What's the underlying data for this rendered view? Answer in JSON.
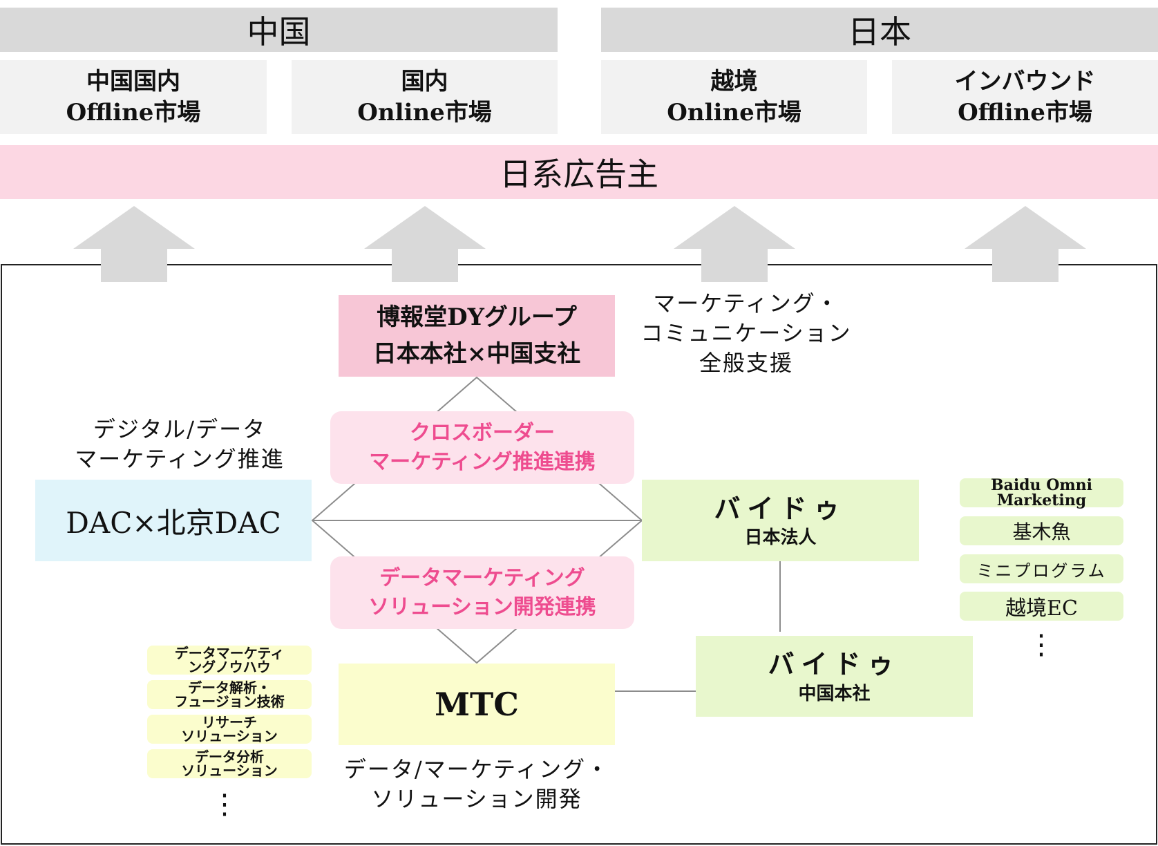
{
  "regions": {
    "china": "中国",
    "japan": "日本"
  },
  "markets": [
    {
      "line1": "中国国内",
      "line2": "Offline市場"
    },
    {
      "line1": "国内",
      "line2": "Online市場"
    },
    {
      "line1": "越境",
      "line2": "Online市場"
    },
    {
      "line1": "インバウンド",
      "line2": "Offline市場"
    }
  ],
  "advertiser": "日系広告主",
  "hakuhodo": {
    "line1": "博報堂DYグループ",
    "line2": "日本本社×中国支社",
    "caption_line1": "マーケティング・",
    "caption_line2": "コミュニケーション",
    "caption_line3": "全般支援"
  },
  "dac": {
    "label": "DAC×北京DAC",
    "caption_line1": "デジタル/データ",
    "caption_line2": "マーケティング推進"
  },
  "collaborations": [
    {
      "line1": "クロスボーダー",
      "line2": "マーケティング推進連携"
    },
    {
      "line1": "データマーケティング",
      "line2": "ソリューション開発連携"
    }
  ],
  "baidu_japan": {
    "name": "バイドゥ",
    "sub": "日本法人"
  },
  "baidu_china": {
    "name": "バイドゥ",
    "sub": "中国本社"
  },
  "mtc": {
    "label": "MTC",
    "caption_line1": "データ/マーケティング・",
    "caption_line2": "ソリューション開発"
  },
  "baidu_services": [
    {
      "line1": "Baidu Omni",
      "line2": "Marketing"
    },
    {
      "line1": "基木魚"
    },
    {
      "line1": "ミニプログラム"
    },
    {
      "line1": "越境EC"
    }
  ],
  "mtc_capabilities": [
    {
      "line1": "データマーケティ",
      "line2": "ングノウハウ"
    },
    {
      "line1": "データ解析・",
      "line2": "フュージョン技術"
    },
    {
      "line1": "リサーチ",
      "line2": "ソリューション"
    },
    {
      "line1": "データ分析",
      "line2": "ソリューション"
    }
  ],
  "ellipsis": "⋮",
  "colors": {
    "region_header": "#d9d9d9",
    "market_box": "#f2f2f2",
    "advertiser": "#fcd7e3",
    "hakuhodo": "#f7c6d6",
    "dac": "#e0f4fa",
    "mtc": "#fbfdcd",
    "baidu": "#e8f7cd",
    "collaboration_text": "#ee4c8f",
    "collaboration_bg": "#fde2ec",
    "arrow": "#d9d9d9"
  }
}
